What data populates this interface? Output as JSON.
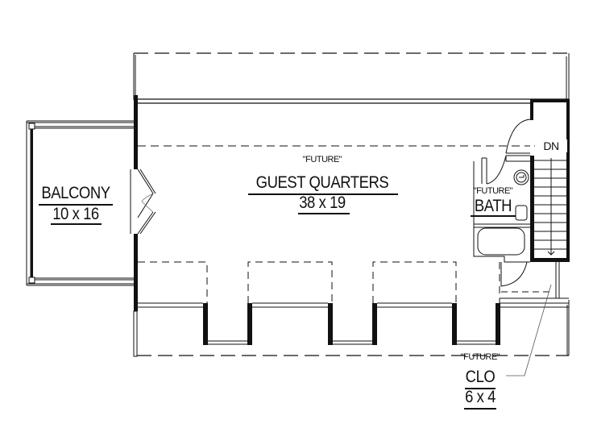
{
  "plan": {
    "rooms": [
      {
        "id": "balcony",
        "name": "BALCONY",
        "dims": "10 x 16"
      },
      {
        "id": "guest",
        "tag": "\"FUTURE\"",
        "name": "GUEST QUARTERS",
        "dims": "38 x 19"
      },
      {
        "id": "bath",
        "tag": "\"FUTURE\"",
        "name": "BATH"
      },
      {
        "id": "clo",
        "tag": "\"FUTURE\"",
        "name": "CLO",
        "dims": "6 x 4"
      }
    ],
    "stair_label": "DN"
  }
}
